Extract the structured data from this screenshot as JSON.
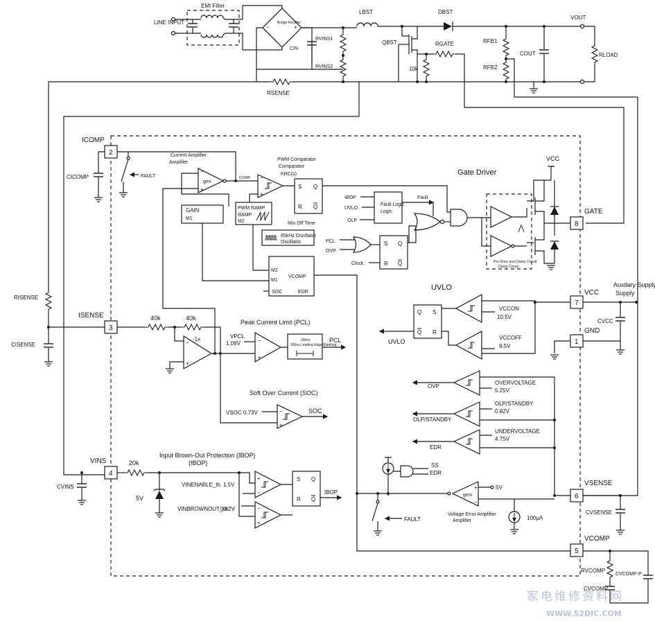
{
  "power_stage": {
    "line_input": "LINE INPUT",
    "emi_filter": "EMI Filter",
    "bridge": "Bridge Rectifier",
    "c_in": "CIN",
    "l_bst": "LBST",
    "d_bst": "DBST",
    "q_bst": "QBST",
    "r_gate": "RGATE",
    "r_10k": "10k",
    "r_vins1": "RVINS1",
    "r_vins2": "RVINS2",
    "r_sense": "RSENSE",
    "r_fb1": "RFB1",
    "r_fb2": "RFB2",
    "c_out": "COUT",
    "v_out": "VOUT",
    "r_load": "RLOAD"
  },
  "pins": {
    "icomp": {
      "label": "ICOMP",
      "number": "2"
    },
    "isense": {
      "label": "ISENSE",
      "number": "3"
    },
    "vins": {
      "label": "VINS",
      "number": "4"
    },
    "vcomp": {
      "label": "VCOMP",
      "number": "5"
    },
    "vsense": {
      "label": "VSENSE",
      "number": "6"
    },
    "vcc": {
      "label": "VCC",
      "number": "7"
    },
    "gnd": {
      "label": "GND",
      "number": "1"
    },
    "gate": {
      "label": "GATE",
      "number": "8"
    }
  },
  "external": {
    "c_icomp": "CICOMP",
    "r_isense": "RISENSE",
    "c_isense": "CISENSE",
    "c_vins": "CVINS",
    "c_vsense": "CVSENSE",
    "c_vcc": "CVCC",
    "aux_supply": "Auxilary Supply",
    "r_vcomp": "RVCOMP",
    "c_vcomp_p": "CVCOMP-P",
    "c_vcomp": "CVCOMP"
  },
  "blocks": {
    "current_amp": "Current Amplifier",
    "gmi": "gmi",
    "fault": "FAULT",
    "gain": "GAIN",
    "gain_m1": "M1",
    "pwm_ramp": "PWM RAMP",
    "pwm_ramp_m2": "M2",
    "pwm_comparator": "PWM Comparator",
    "krc": "KRC(s)",
    "icomp_node": "ICOMP",
    "sr_s": "S",
    "sr_r": "R",
    "sr_q": "Q",
    "sr_qb": "Q",
    "min_off": "Min Off Time",
    "osc": "65kHz Oscillator",
    "gate_driver": "Gate Driver",
    "vcc_top": "VCC",
    "ibop_in": "IBOP",
    "uvlo_in": "UVLO",
    "olp_in": "OLP",
    "fault_logic": "Fault Logic",
    "fault_wire": "Fault",
    "pcl_in": "PCL",
    "ovp_in": "OVP",
    "clock": "Clock",
    "predrive": "Pre-Drive and Clamp Circuit",
    "vcomp_m2": "M2",
    "vcomp_m1": "M1",
    "vcomp_lbl": "VCOMP",
    "soc_lbl": "SOC",
    "edr_lbl": "EDR",
    "r40k_a": "40k",
    "r40k_b": "40k",
    "neg1x": "-1x",
    "pcl_title": "Peak Current Limit (PCL)",
    "vpcl": "VPCL",
    "vpcl_val": "1.08V",
    "blanking": "300ns Leading Edge Blanking",
    "pcl_out": "PCL",
    "soc_title": "Soft Over Current (SOC)",
    "vsoc": "VSOC 0.73V",
    "soc_out": "SOC",
    "ibop_title": "Input Brown-Out Protection (IBOP)",
    "r20k": "20k",
    "zener5v": "5V",
    "vin_enable": "VINENABLE_th",
    "vin_enable_val": "1.5V",
    "vin_brownout": "VINBROWNOUT_th",
    "vin_brownout_val": "0.82V",
    "ibop_out": "IBOP",
    "uvlo_title": "UVLO",
    "uvlo_out": "UVLO",
    "vcc_on": "VCCON",
    "vcc_on_val": "10.5V",
    "vcc_off": "VCCOFF",
    "vcc_off_val": "9.5V",
    "ovp_title": "OVERVOLTAGE",
    "ovp_val": "5.25V",
    "ovp_out": "OVP",
    "olp_title": "OLP/STANDBY",
    "olp_val": "0.82V",
    "olp_out": "OLP/STANDBY",
    "uvp_title": "UNDERVOLTAGE",
    "uvp_val": "4.75V",
    "edr_out": "EDR",
    "ss": "SS",
    "edr_gate": "EDR",
    "gmv": "gmv",
    "ref5v": "5V",
    "ea_label": "Voltage Error Amplifier",
    "i100": "100µA",
    "fault2": "FAULT"
  },
  "watermark": {
    "cn": "家电维修资料网",
    "url": "WWW.52DIC.COM"
  }
}
